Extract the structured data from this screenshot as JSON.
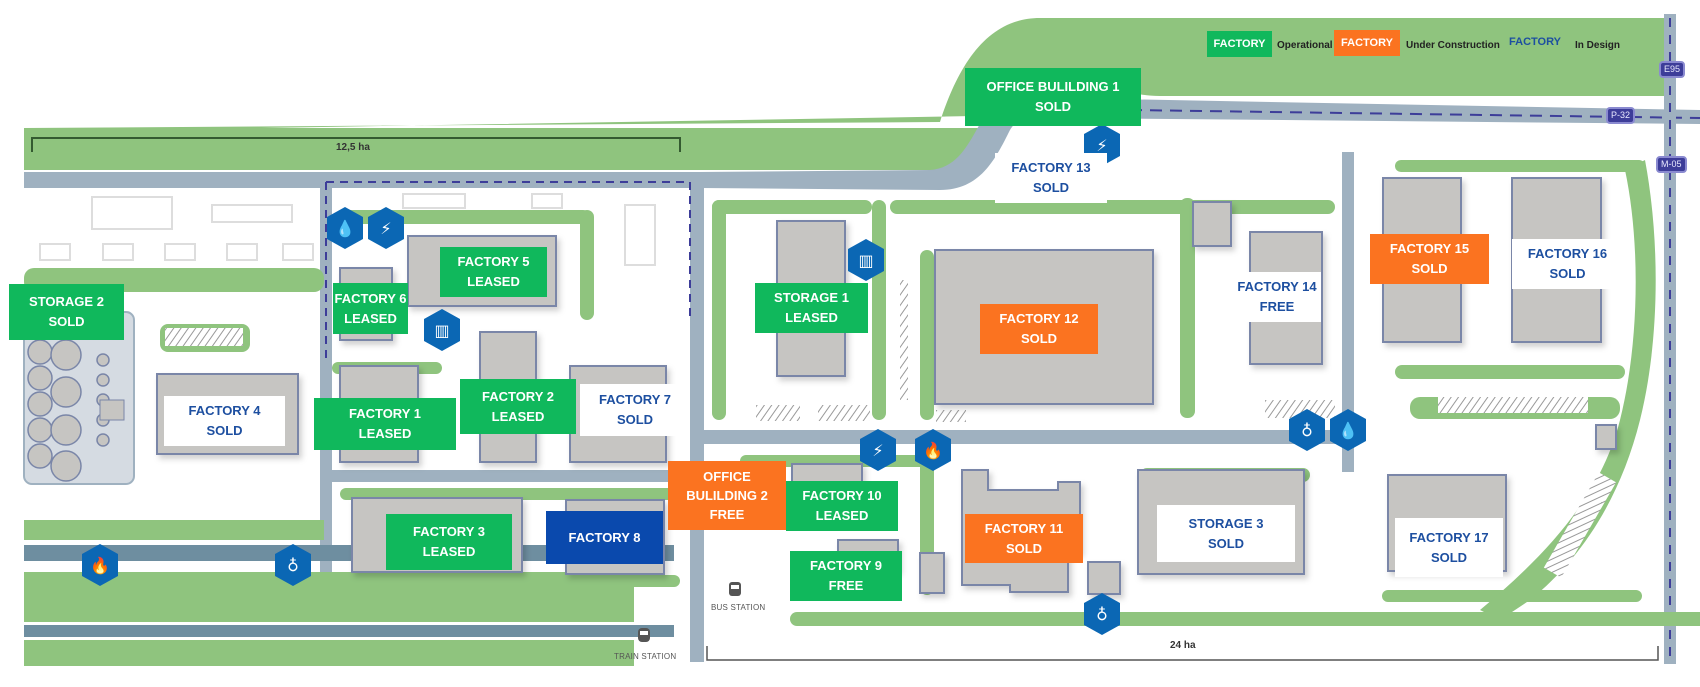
{
  "legend": {
    "items": [
      {
        "chip": "FACTORY",
        "label": "Operational",
        "status": "operational"
      },
      {
        "chip": "FACTORY",
        "label": "Under Construction",
        "status": "under-construction"
      },
      {
        "chip": "FACTORY",
        "label": "In Design",
        "status": "in-design"
      }
    ]
  },
  "colors": {
    "operational": "#10b85c",
    "under_construction": "#fb7320",
    "in_design": "#1d4fa0",
    "greenery": "#8fc47e",
    "road": "#9fb1c0",
    "building": "#c6c5c2"
  },
  "areas": {
    "west": "12,5 ha",
    "east": "24 ha"
  },
  "roads": {
    "e95": "E95",
    "p32": "P-32",
    "m05": "M-05"
  },
  "stations": {
    "train": "TRAIN STATION",
    "bus": "BUS STATION"
  },
  "plots": [
    {
      "name": "STORAGE 2",
      "status_text": "SOLD",
      "status": "operational"
    },
    {
      "name": "FACTORY 4",
      "status_text": "SOLD",
      "status": "in-design"
    },
    {
      "name": "FACTORY 6",
      "status_text": "LEASED",
      "status": "operational"
    },
    {
      "name": "FACTORY 5",
      "status_text": "LEASED",
      "status": "operational"
    },
    {
      "name": "FACTORY 1",
      "status_text": "LEASED",
      "status": "operational"
    },
    {
      "name": "FACTORY 2",
      "status_text": "LEASED",
      "status": "operational"
    },
    {
      "name": "FACTORY 7",
      "status_text": "SOLD",
      "status": "in-design"
    },
    {
      "name": "FACTORY 3",
      "status_text": "LEASED",
      "status": "operational"
    },
    {
      "name": "FACTORY 8",
      "status_text": "",
      "status": "in-design"
    },
    {
      "name": "OFFICE BULILDING 2",
      "status_text": "FREE",
      "status": "under-construction"
    },
    {
      "name": "FACTORY 10",
      "status_text": "LEASED",
      "status": "operational"
    },
    {
      "name": "FACTORY 9",
      "status_text": "FREE",
      "status": "operational"
    },
    {
      "name": "STORAGE 1",
      "status_text": "LEASED",
      "status": "operational"
    },
    {
      "name": "FACTORY 12",
      "status_text": "SOLD",
      "status": "under-construction"
    },
    {
      "name": "FACTORY 11",
      "status_text": "SOLD",
      "status": "under-construction"
    },
    {
      "name": "OFFICE BULILDING 1",
      "status_text": "SOLD",
      "status": "operational"
    },
    {
      "name": "FACTORY 13",
      "status_text": "SOLD",
      "status": "in-design"
    },
    {
      "name": "FACTORY 14",
      "status_text": "FREE",
      "status": "in-design"
    },
    {
      "name": "STORAGE 3",
      "status_text": "SOLD",
      "status": "in-design"
    },
    {
      "name": "FACTORY 15",
      "status_text": "SOLD",
      "status": "under-construction"
    },
    {
      "name": "FACTORY 16",
      "status_text": "SOLD",
      "status": "in-design"
    },
    {
      "name": "FACTORY 17",
      "status_text": "SOLD",
      "status": "in-design"
    }
  ],
  "utility_icons": [
    "water-icon",
    "power-icon",
    "heating-icon",
    "gas-icon",
    "fire-icon",
    "valve-icon"
  ]
}
